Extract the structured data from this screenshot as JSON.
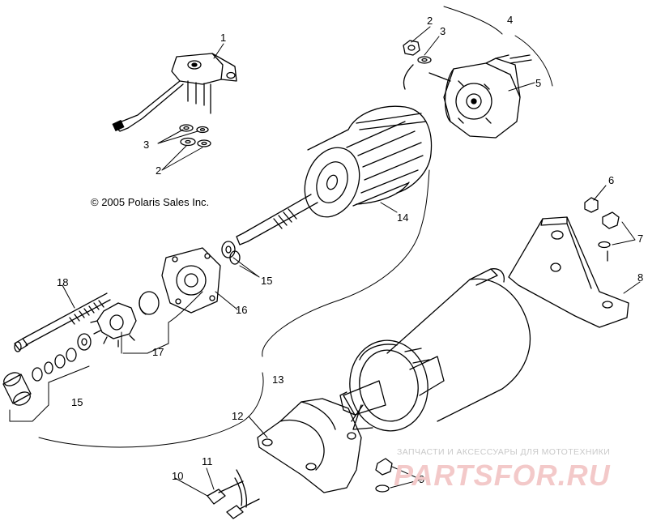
{
  "diagram": {
    "copyright": "© 2005 Polaris Sales Inc.",
    "callouts": {
      "c1": "1",
      "c2_top": "2",
      "c3_top": "3",
      "c4": "4",
      "c5": "5",
      "c3_left": "3",
      "c2_left": "2",
      "c14": "14",
      "c6": "6",
      "c7": "7",
      "c8": "8",
      "c18": "18",
      "c15_upper": "15",
      "c16": "16",
      "c17": "17",
      "c13": "13",
      "c15_lower": "15",
      "c12": "12",
      "c11": "11",
      "c10": "10",
      "c9": "9"
    }
  },
  "watermark": {
    "tagline": "ЗАПЧАСТИ И АКСЕССУАРЫ ДЛЯ МОТОТЕХНИКИ",
    "logo": "PARTSFOR.RU"
  }
}
